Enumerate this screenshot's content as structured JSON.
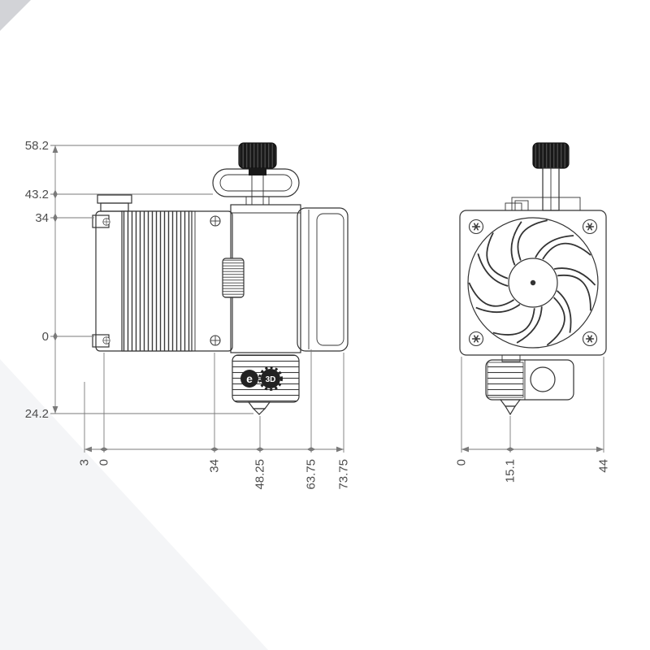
{
  "logo": {
    "e": "e",
    "threeD": "3D"
  },
  "dims": {
    "left_vertical": [
      "58.2",
      "43.2",
      "34",
      "0",
      "24.2"
    ],
    "left_horizontal": [
      "3",
      "0",
      "34",
      "48.25",
      "63.75",
      "73.75"
    ],
    "right_horizontal": [
      "0",
      "15.1",
      "44"
    ]
  }
}
